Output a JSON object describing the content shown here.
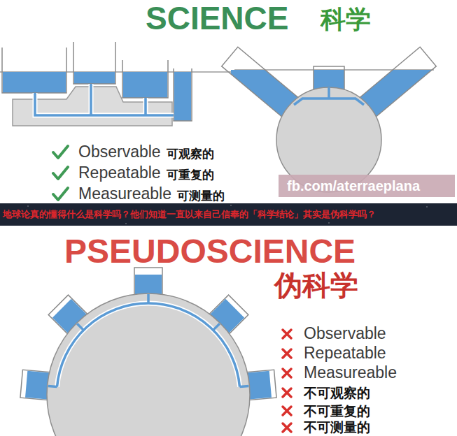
{
  "diagram": {
    "labels": [
      "SCIENCE",
      "科学",
      "Observable",
      "可观察的",
      "Repeatable",
      "可重复的",
      "Measureable",
      "可测量的",
      "fb.com/aterraeplana",
      "地球论真的懂得什么是科学吗？他们知道一直以来自己信奉的「科学结论」其实是伪科学吗？",
      "PSEUDOSCIENCE",
      "伪科学",
      "Observable",
      "Repeatable",
      "Measureable",
      "不可观察的",
      "不可重复的",
      "不可测量的"
    ]
  }
}
